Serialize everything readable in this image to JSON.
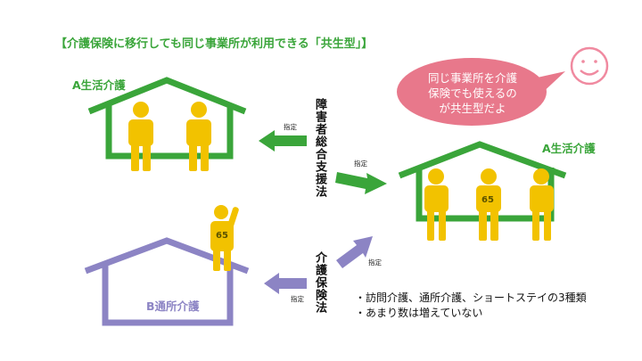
{
  "title": "【介護保険に移行しても同じ事業所が利用できる「共生型」】",
  "house_left_top_label": "A生活介護",
  "house_right_label": "A生活介護",
  "house_left_bottom_label": "B通所介護",
  "law_disability": "障害者総合支援法",
  "law_care": "介護保険法",
  "designation": "指定",
  "age_badge": "65",
  "speech": [
    "同じ事業所を介護",
    "保険でも使えるの",
    "が共生型だよ"
  ],
  "bullets": [
    "・訪問介護、通所介護、ショートステイの3種類",
    "・あまり数は増えていない"
  ],
  "colors": {
    "green": "#3aa53a",
    "purple": "#8c84c4",
    "person": "#f2c200",
    "bubble": "#e8788b",
    "smiley": "#f08aa0"
  }
}
